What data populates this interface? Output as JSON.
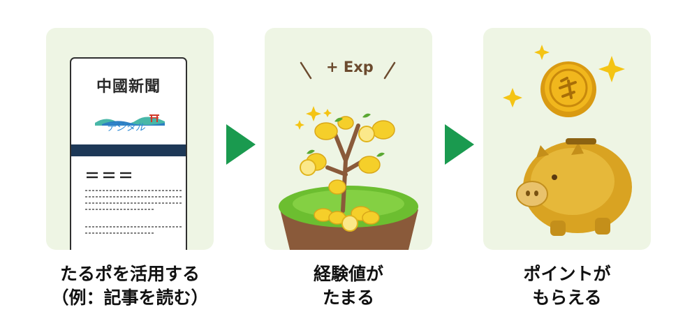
{
  "steps": [
    {
      "logo": {
        "title": "中國新聞",
        "subtitle": "デジタル"
      },
      "caption": {
        "line1": "たるポを活用する",
        "line2": "（例：記事を読む）"
      }
    },
    {
      "label": "+ Exp",
      "caption": {
        "line1": "経験値が",
        "line2": "たまる"
      }
    },
    {
      "caption": {
        "line1": "ポイントが",
        "line2": "もらえる"
      }
    }
  ],
  "colors": {
    "card_bg": "#eef5e4",
    "arrow": "#1a9a4f",
    "navbar": "#1d3857",
    "lemon": "#f5cf2a",
    "grass": "#6cbe30",
    "soil": "#8a5a3a",
    "coin": "#f1b71d",
    "pig": "#d9a322"
  },
  "icons": [
    "phone-icon",
    "lemon-tree-icon",
    "piggy-bank-icon",
    "coin-icon",
    "sparkle-icon"
  ]
}
